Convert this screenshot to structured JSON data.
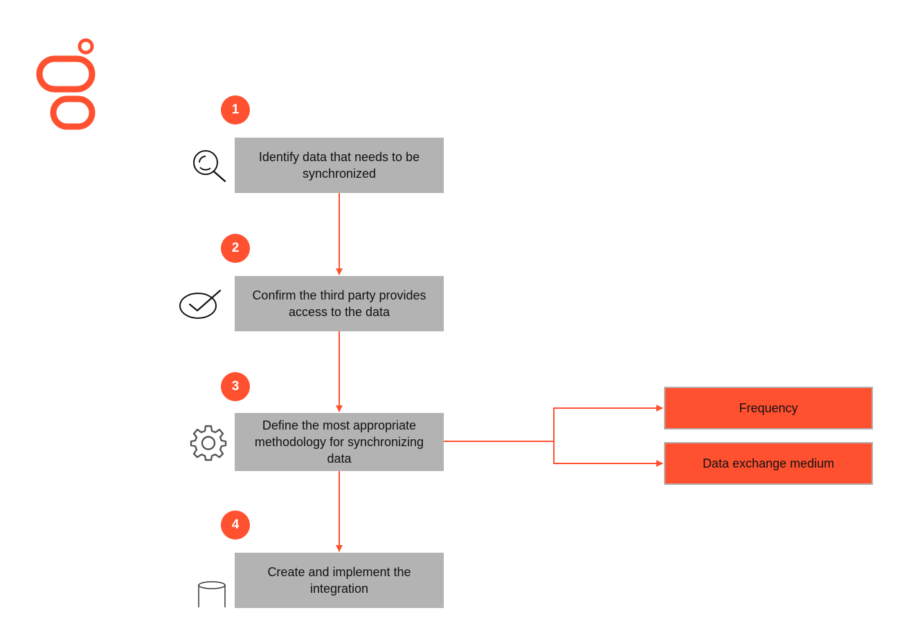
{
  "colors": {
    "accent": "#ff5030",
    "box_fill": "#b3b3b3",
    "connector": "#ff5030",
    "icon_stroke": "#111111",
    "background": "#ffffff"
  },
  "logo": {
    "icon": "brand-logo-icon"
  },
  "steps": [
    {
      "number": "1",
      "label": "Identify data that needs to be synchronized",
      "icon": "search-icon"
    },
    {
      "number": "2",
      "label": "Confirm the third party provides access to the data",
      "icon": "checkmark-icon"
    },
    {
      "number": "3",
      "label": "Define the most appropriate methodology for synchronizing data",
      "icon": "gear-icon"
    },
    {
      "number": "4",
      "label": "Create and implement the integration",
      "icon": "database-icon"
    }
  ],
  "branches": [
    {
      "label": "Frequency"
    },
    {
      "label": "Data exchange medium"
    }
  ]
}
